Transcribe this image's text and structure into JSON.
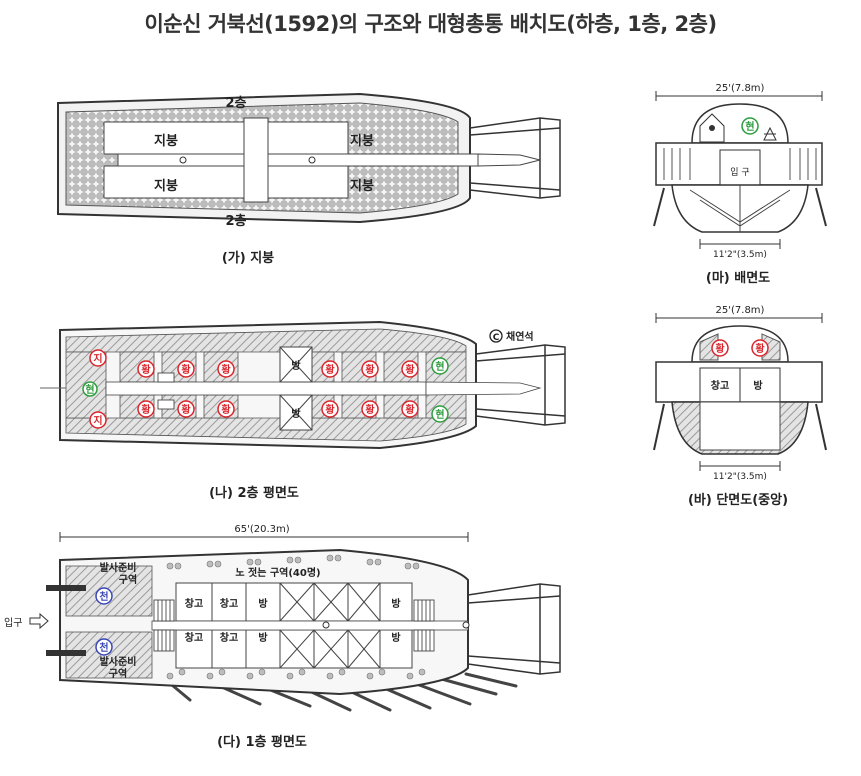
{
  "title": "이순신 거북선(1592)의 구조와 대형총통 배치도(하층, 1층, 2층)",
  "colors": {
    "hatch": "#bdbdbd",
    "red": "#d9262c",
    "green": "#2e9e3e",
    "blue": "#3a46b8",
    "outline": "#333333"
  },
  "roof": {
    "caption": "(가) 지붕",
    "labels": {
      "floor2_top": "2층",
      "floor2_bottom": "2층",
      "roof_tl": "지붕",
      "roof_tr": "지붕",
      "roof_bl": "지붕",
      "roof_br": "지붕"
    }
  },
  "plan2": {
    "caption": "(나) 2층 평면도",
    "copyright_symbol": "C",
    "copyright_name": "채연석",
    "gun_ji": "지",
    "gun_hwang": "황",
    "gun_hyeon": "현",
    "room": "방"
  },
  "plan1": {
    "caption": "(다) 1층 평면도",
    "length_label": "65'(20.3m)",
    "rowing_area": "노 젓는 구역(40명)",
    "launch_area_1": "발사준비",
    "launch_area_2": "구역",
    "gun_cheon": "천",
    "storage": "창고",
    "room": "방",
    "entrance": "입구"
  },
  "rear_view": {
    "caption": "(마) 배면도",
    "width_top": "25'(7.8m)",
    "width_bottom": "11'2\"(3.5m)",
    "entrance": "입 구",
    "gun_hyeon": "현"
  },
  "section_view": {
    "caption": "(바) 단면도(중앙)",
    "width_top": "25'(7.8m)",
    "width_bottom": "11'2\"(3.5m)",
    "storage": "창고",
    "room": "방",
    "gun_hwang": "황"
  }
}
